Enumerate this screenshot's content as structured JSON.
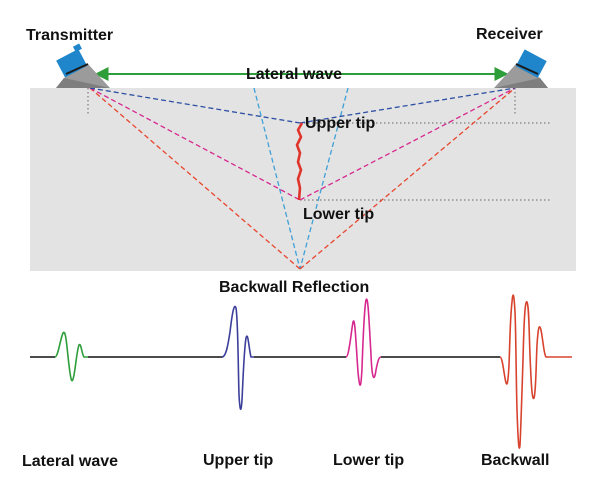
{
  "labels": {
    "transmitter": "Transmitter",
    "receiver": "Receiver",
    "lateral_wave": "Lateral wave",
    "upper_tip": "Upper tip",
    "lower_tip": "Lower tip",
    "backwall_reflection": "Backwall Reflection"
  },
  "signals": [
    {
      "label": "Lateral wave",
      "color": "#2e9e3a"
    },
    {
      "label": "Upper tip",
      "color": "#3b3f9a"
    },
    {
      "label": "Lower tip",
      "color": "#d6288f"
    },
    {
      "label": "Backwall",
      "color": "#d8432e"
    }
  ],
  "colors": {
    "specimen": "#e3e3e3",
    "probe_body": "#1f86cc",
    "wedge": "#9b9b9b",
    "lateral_arrow": "#2e9e3a",
    "upper_path": "#2c4fa3",
    "lower_path": "#d6288f",
    "backwall_path": "#e8452e",
    "beam_edge": "#3ea0d6",
    "crack": "#e0332a"
  }
}
